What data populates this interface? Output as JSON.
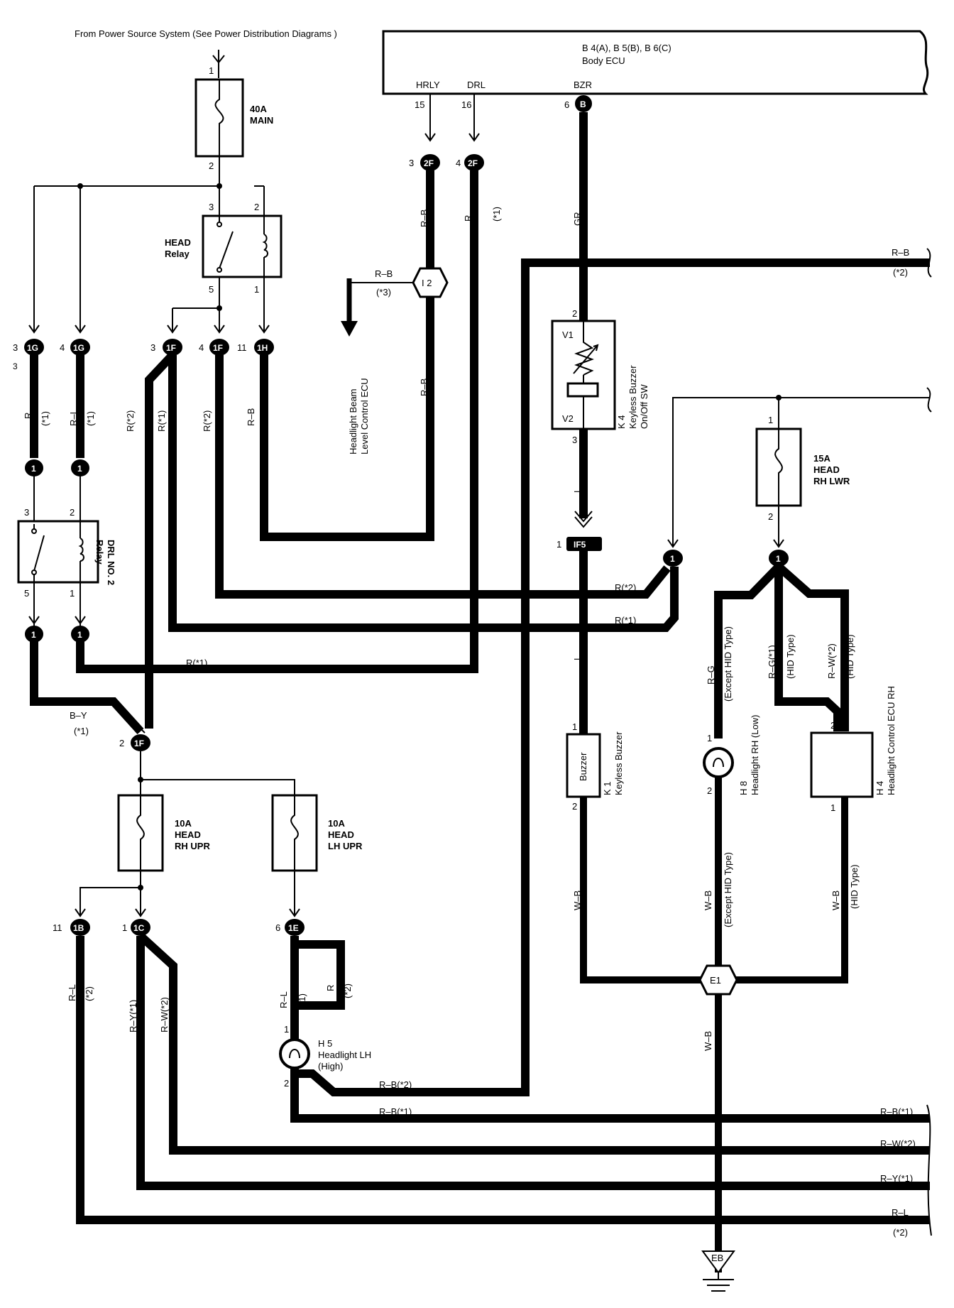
{
  "labels": {
    "power_source": "From Power Source System (See Power Distribution Diagrams )",
    "main_fuse": [
      "40A",
      "MAIN"
    ],
    "head_relay": [
      "HEAD",
      "Relay"
    ],
    "drl_relay": [
      "DRL NO. 2",
      "Relay"
    ],
    "body_ecu_code": "B 4(A), B 5(B), B 6(C)",
    "body_ecu": "Body ECU",
    "hrly": "HRLY",
    "drl": "DRL",
    "bzr": "BZR",
    "beam_level_ecu": [
      "Headlight Beam",
      "Level Control ECU"
    ],
    "keyless_sw": [
      "K 4",
      "Keyless Buzzer",
      "On/Off SW"
    ],
    "fuse_rh_lwr": [
      "15A",
      "HEAD",
      "RH LWR"
    ],
    "fuse_rh_upr": [
      "10A",
      "HEAD",
      "RH UPR"
    ],
    "fuse_lh_upr": [
      "10A",
      "HEAD",
      "LH UPR"
    ],
    "buzzer_text": "Buzzer",
    "keyless_buzzer": [
      "K 1",
      "Keyless Buzzer"
    ],
    "headlight_rh_low": [
      "H 8",
      "Headlight RH (Low)"
    ],
    "headlight_ecu_rh": [
      "H 4",
      "Headlight Control ECU RH"
    ],
    "headlight_lh_high": [
      "H 5",
      "Headlight LH",
      "(High)"
    ],
    "ground": "EB",
    "junction_e1": "E1",
    "junction_i2": "I 2",
    "v1": "V1",
    "v2": "V2"
  },
  "connectors": {
    "b": "B",
    "c_2f": "2F",
    "c_1g": "1G",
    "c_1f": "1F",
    "c_1h": "1H",
    "c_1": "1",
    "c_if5": "IF5",
    "c_1b": "1B",
    "c_1c": "1C",
    "c_1e": "1E"
  },
  "pins": {
    "p1": "1",
    "p2": "2",
    "p3": "3",
    "p4": "4",
    "p5": "5",
    "p6": "6",
    "p11": "11",
    "p15": "15",
    "p16": "16"
  },
  "wires": {
    "rb": "R–B",
    "r": "R",
    "rl": "R–L",
    "gr": "GR",
    "l": "L",
    "r_s2": "R(*2)",
    "r_s1": "R(*1)",
    "by": "B–Y",
    "rg": "R–G",
    "rg_s1": "R–G(*1)",
    "rw_s2": "R–W(*2)",
    "wb": "W–B",
    "ry_s1": "R–Y(*1)",
    "rb_s2": "R–B(*2)",
    "rb_s1": "R–B(*1)",
    "s1": "(*1)",
    "s2": "(*2)",
    "s3": "(*3)",
    "except_hid": "(Except HID Type)",
    "hid": "(HID Type)"
  }
}
